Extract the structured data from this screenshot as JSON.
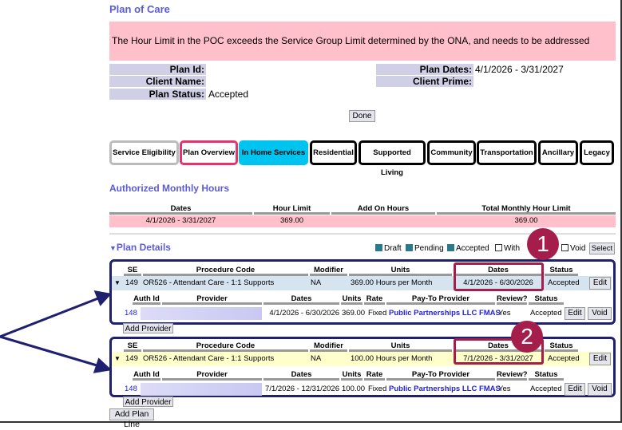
{
  "page": {
    "title": "Plan of Care",
    "alert": "The Hour Limit in the POC exceeds the Service Group Limit determined by the ONA, and needs to be addressed"
  },
  "plan": {
    "plan_id_label": "Plan Id:",
    "plan_id": "",
    "client_name_label": "Client Name:",
    "client_name": "",
    "plan_status_label": "Plan Status:",
    "plan_status": "Accepted",
    "plan_dates_label": "Plan Dates:",
    "plan_dates": "4/1/2026 - 3/31/2027",
    "client_prime_label": "Client Prime:",
    "client_prime": ""
  },
  "done_label": "Done",
  "tabs": [
    "Service Eligibility",
    "Plan Overview",
    "In Home Services",
    "Residential",
    "Supported Living",
    "Community",
    "Transportation",
    "Ancillary",
    "Legacy"
  ],
  "active_tab": "In Home Services",
  "hours": {
    "title": "Authorized Monthly Hours",
    "headers": [
      "Dates",
      "Hour Limit",
      "Add On Hours",
      "Total Monthly Hour Limit"
    ],
    "row": [
      "4/1/2026 - 3/31/2027",
      "369.00",
      "",
      "369.00"
    ]
  },
  "details": {
    "title": "Plan Details",
    "filters": [
      {
        "label": "Draft",
        "checked": true
      },
      {
        "label": "Pending",
        "checked": true
      },
      {
        "label": "Accepted",
        "checked": true
      },
      {
        "label": "With",
        "checked": false
      },
      {
        "label": "Void",
        "checked": false
      }
    ],
    "select_label": "Select",
    "line_headers": [
      "SE",
      "Procedure Code",
      "Modifier",
      "Units",
      "Dates",
      "Status"
    ],
    "auth_headers": [
      "Auth Id",
      "Provider",
      "Dates",
      "Units",
      "Rate",
      "Pay-To Provider",
      "Review?",
      "Status"
    ],
    "lines": [
      {
        "se": "149",
        "code": "OR526 - Attendant Care - 1:1 Supports",
        "modifier": "NA",
        "units": "369.00 Hours per Month",
        "dates": "4/1/2026 - 6/30/2026",
        "status": "Accepted",
        "auth": {
          "id": "148",
          "provider": "",
          "dates": "4/1/2026 - 6/30/2026",
          "units": "369.00",
          "rate": "Fixed",
          "payto": "Public Partnerships LLC FMAS",
          "review": "Yes",
          "status": "Accepted"
        }
      },
      {
        "se": "149",
        "code": "OR526 - Attendant Care - 1:1 Supports",
        "modifier": "NA",
        "units": "100.00 Hours per Month",
        "dates": "7/1/2026 - 3/31/2027",
        "status": "Accepted",
        "auth": {
          "id": "148",
          "provider": "",
          "dates": "7/1/2026 - 12/31/2026",
          "units": "100.00",
          "rate": "Fixed",
          "payto": "Public Partnerships LLC FMAS",
          "review": "Yes",
          "status": "Accepted"
        }
      }
    ],
    "edit_label": "Edit",
    "void_label": "Void",
    "add_provider_label": "Add Provider",
    "add_plan_line_label": "Add Plan Line"
  },
  "callouts": [
    "1",
    "2"
  ],
  "colors": {
    "title": "#5b5bd6",
    "alert_bg": "#ffc0cb",
    "line1_bg": "#d6e4f0",
    "line2_bg": "#ffffcc",
    "callout": "#a51d4a",
    "box": "#202070"
  }
}
